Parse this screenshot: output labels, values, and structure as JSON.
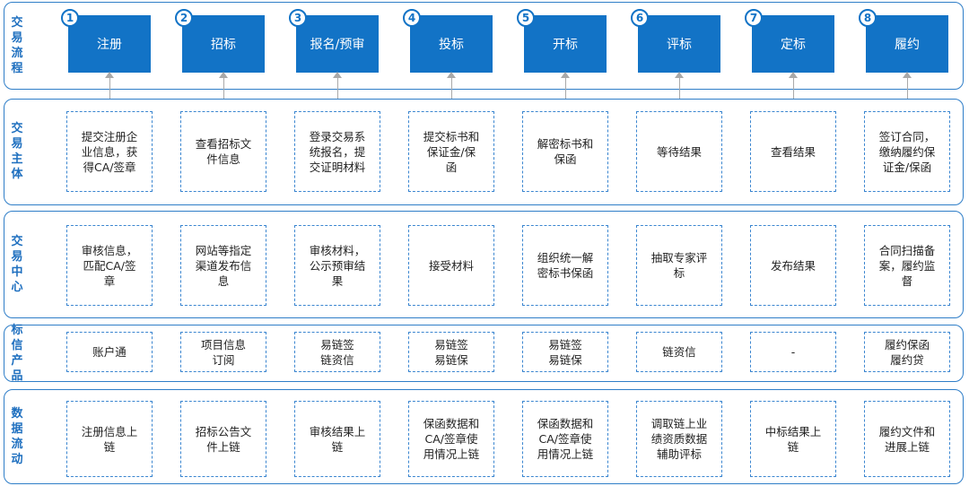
{
  "rows": [
    {
      "label": "交\n易\n流\n程"
    },
    {
      "label": "交\n易\n主\n体"
    },
    {
      "label": "交\n易\n中\n心"
    },
    {
      "label": "标\n信\n产\n品"
    },
    {
      "label": "数\n据\n流\n动"
    }
  ],
  "steps": [
    {
      "num": "1",
      "label": "注册"
    },
    {
      "num": "2",
      "label": "招标"
    },
    {
      "num": "3",
      "label": "报名/预审"
    },
    {
      "num": "4",
      "label": "投标"
    },
    {
      "num": "5",
      "label": "开标"
    },
    {
      "num": "6",
      "label": "评标"
    },
    {
      "num": "7",
      "label": "定标"
    },
    {
      "num": "8",
      "label": "履约"
    }
  ],
  "subjects": [
    "提交注册企\n业信息，获\n得CA/签章",
    "查看招标文\n件信息",
    "登录交易系\n统报名，提\n交证明材料",
    "提交标书和\n保证金/保\n函",
    "解密标书和\n保函",
    "等待结果",
    "查看结果",
    "签订合同，\n缴纳履约保\n证金/保函"
  ],
  "center": [
    "审核信息，\n匹配CA/签\n章",
    "网站等指定\n渠道发布信\n息",
    "审核材料，\n公示预审结\n果",
    "接受材料",
    "组织统一解\n密标书保函",
    "抽取专家评\n标",
    "发布结果",
    "合同扫描备\n案，履约监\n督"
  ],
  "products": [
    "账户通",
    "项目信息\n订阅",
    "易链签\n链资信",
    "易链签\n易链保",
    "易链签\n易链保",
    "链资信",
    "-",
    "履约保函\n履约贷"
  ],
  "dataflow": [
    "注册信息上\n链",
    "招标公告文\n件上链",
    "审核结果上\n链",
    "保函数据和\nCA/签章使\n用情况上链",
    "保函数据和\nCA/签章使\n用情况上链",
    "调取链上业\n绩资质数据\n辅助评标",
    "中标结果上\n链",
    "履约文件和\n进展上链"
  ]
}
